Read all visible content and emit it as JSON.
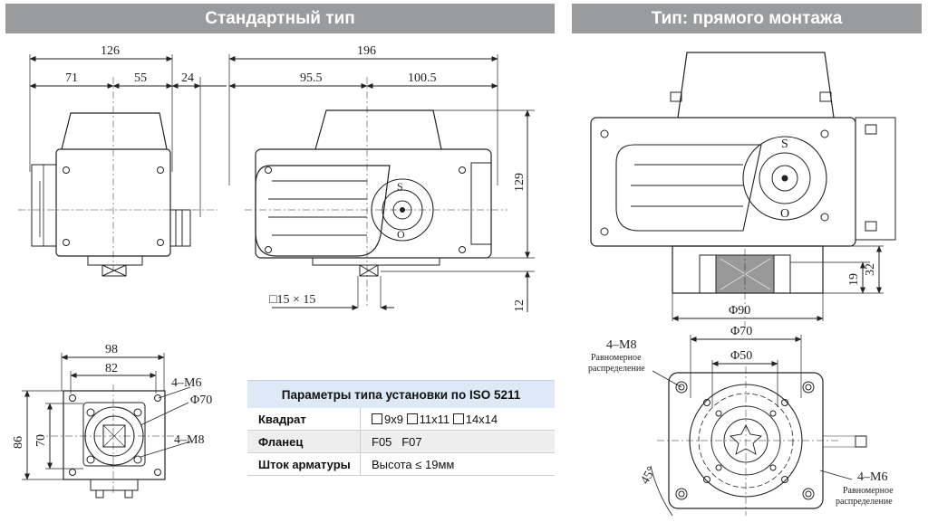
{
  "headers": {
    "left": "Стандартный тип",
    "right": "Тип: прямого монтажа"
  },
  "dims": {
    "d126": "126",
    "d71": "71",
    "d55": "55",
    "d24": "24",
    "d196": "196",
    "d95_5": "95.5",
    "d100_5": "100.5",
    "d129": "129",
    "d12": "12",
    "d15x15": "□15 × 15",
    "d98": "98",
    "d82": "82",
    "d86": "86",
    "d70": "70",
    "m6_left": "4–M6",
    "phi70_left": "Φ70",
    "m8_left": "4–M8",
    "d19": "19",
    "d32": "32",
    "phi90": "Φ90",
    "phi70_right": "Φ70",
    "phi50": "Φ50",
    "m8_right": "4–M8",
    "m6_right": "4–M6",
    "angle45": "45°",
    "uniform1": "Равномерное",
    "uniform2": "распределение",
    "s_mark": "S",
    "o_mark": "O"
  },
  "table": {
    "title": "Параметры типа установки по ISO 5211",
    "rows": [
      {
        "key": "Квадрат",
        "values": [
          "9x9",
          "11x11",
          "14x14"
        ]
      },
      {
        "key": "Фланец",
        "value": "F05   F07"
      },
      {
        "key": "Шток арматуры",
        "value": "Высота ≤ 19мм"
      }
    ]
  },
  "colors": {
    "header_bg": "#9a9b9d",
    "table_header_bg": "#dde9f6",
    "line": "#222222"
  }
}
